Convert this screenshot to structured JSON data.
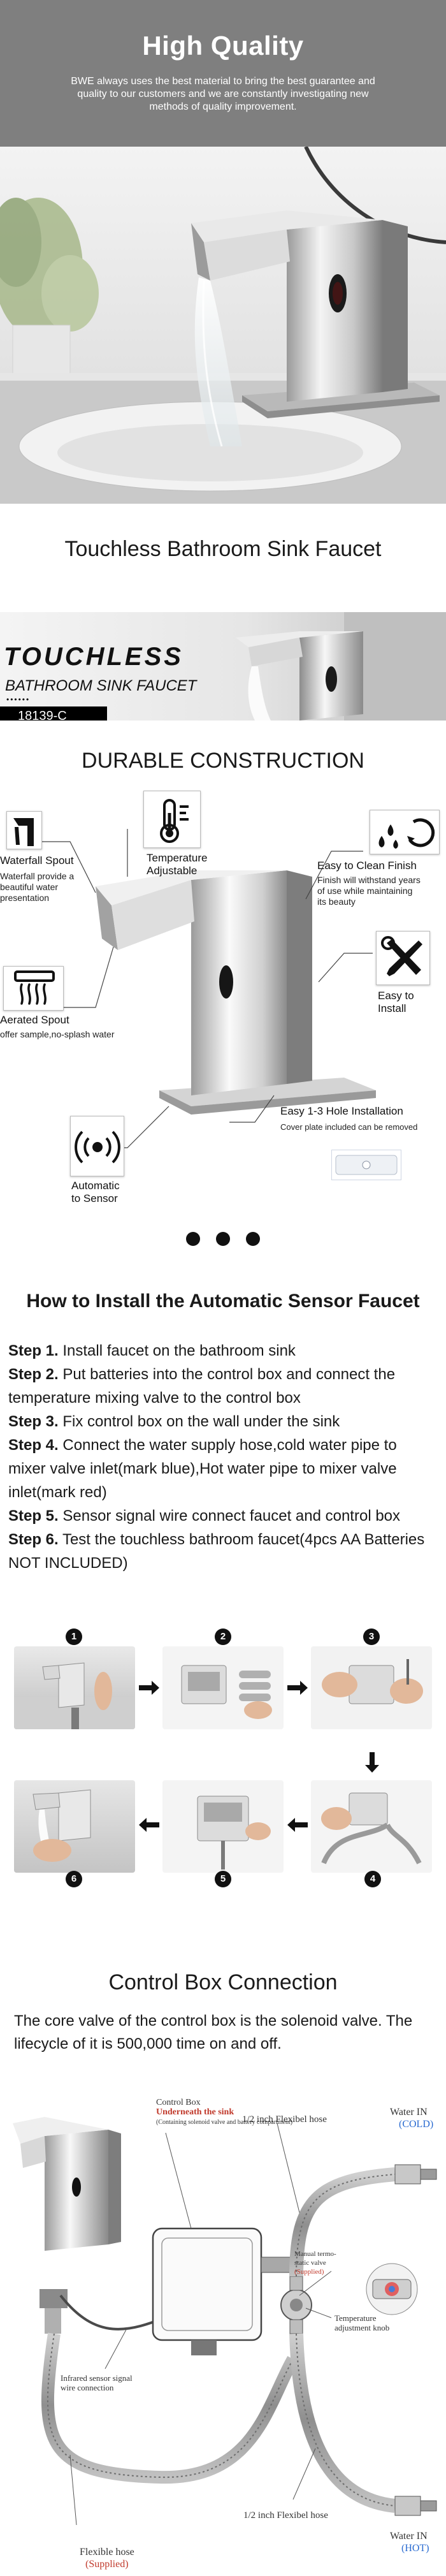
{
  "high_quality": {
    "title": "High Quality",
    "description": "BWE always uses the best material to bring the best guarantee and quality to our customers and we are constantly investigating new methods of quality improvement."
  },
  "touchless": {
    "section_title": "Touchless Bathroom Sink Faucet",
    "banner_word": "TOUCHLESS",
    "banner_sub": "BATHROOM SINK FAUCET",
    "banner_dots": "••••••",
    "model": "18139-C"
  },
  "durable": {
    "section_title": "DURABLE CONSTRUCTION",
    "features": {
      "waterfall_label": "Waterfall Spout",
      "waterfall_desc": "Waterfall provide a beautiful water presentation",
      "temperature_label": "Temperature Adjustable",
      "clean_label": "Easy to Clean Finish",
      "clean_desc": "Finish will withstand years of use while maintaining its beauty",
      "aerated_label": "Aerated Spout",
      "aerated_desc": "offer sample,no-splash water",
      "install_label": "Easy to Install",
      "hole_label": "Easy 1-3 Hole Installation",
      "hole_desc": "Cover plate included can be removed",
      "sensor_label": "Automatic to Sensor"
    }
  },
  "install": {
    "section_title": "How to Install the Automatic Sensor Faucet",
    "steps": [
      {
        "num": "Step 1.",
        "text": " Install faucet on the bathroom sink"
      },
      {
        "num": "Step 2.",
        "text": " Put batteries into the control box and connect the temperature mixing valve to the control box"
      },
      {
        "num": "Step 3.",
        "text": " Fix control box on the wall under the sink"
      },
      {
        "num": "Step 4.",
        "text": " Connect the water supply hose,cold water pipe to mixer valve inlet(mark blue),Hot water pipe to mixer valve inlet(mark red)"
      },
      {
        "num": "Step 5.",
        "text": " Sensor signal wire connect faucet and control box"
      },
      {
        "num": "Step 6.",
        "text": " Test the touchless bathroom faucet(4pcs AA Batteries NOT INCLUDED)"
      }
    ],
    "badges": [
      "1",
      "2",
      "3",
      "4",
      "5",
      "6"
    ]
  },
  "control_box": {
    "section_title": "Control Box Connection",
    "description": "The core valve of the control box is the solenoid valve. The lifecycle of it is 500,000 time on and off.",
    "labels": {
      "box_title": "Control Box",
      "box_under": "Underneath the sink",
      "box_contains": "(Containing solenoid valve and battery compartment)",
      "hose_top": "1/2 inch Flexibel hose",
      "hose_bottom": "1/2 inch Flexibel hose",
      "water_in": "Water IN",
      "cold": "(COLD)",
      "hot": "(HOT)",
      "thermo_1": "Manual termo-",
      "thermo_2": "static valve",
      "thermo_3": "(Supplied)",
      "knob_1": "Temperature",
      "knob_2": "adjustment knob",
      "signal_1": "Infrared sensor signal",
      "signal_2": "wire connection",
      "flex_1": "Flexible hose",
      "flex_2": "(Supplied)"
    }
  },
  "colors": {
    "header_gray": "#7f7f7f",
    "chrome": "#d9d9d9",
    "label_red": "#c0392b",
    "label_blue": "#2a6bd1"
  }
}
